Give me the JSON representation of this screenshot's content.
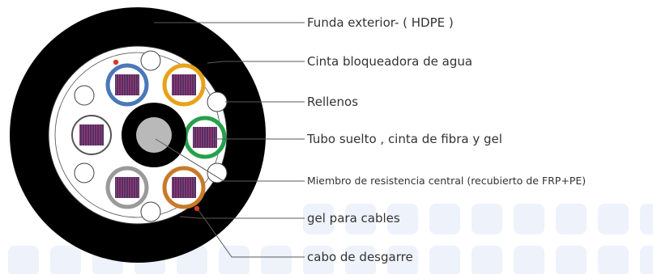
{
  "diagram": {
    "labels": {
      "outer_jacket": "Funda exterior- ( HDPE )",
      "water_blocking_tape": "Cinta bloqueadora de agua",
      "fillers": "Rellenos",
      "loose_tube": "Tubo suelto , cinta de fibra y gel",
      "central_strength_member": "Miembro de resistencia central (recubierto de FRP+PE)",
      "cable_gel": "gel para cables",
      "ripcord": "cabo de desgarre"
    },
    "tube_colors": {
      "blue": "#4a78b8",
      "orange": "#e8a21a",
      "green": "#25a04c",
      "brown": "#c87a2a",
      "grey": "#9a9a9a",
      "white": "#ffffff"
    },
    "ripcord_color": "#d23a2a",
    "jacket_color": "#000000",
    "strength_member_color": "#b9b9b9"
  }
}
